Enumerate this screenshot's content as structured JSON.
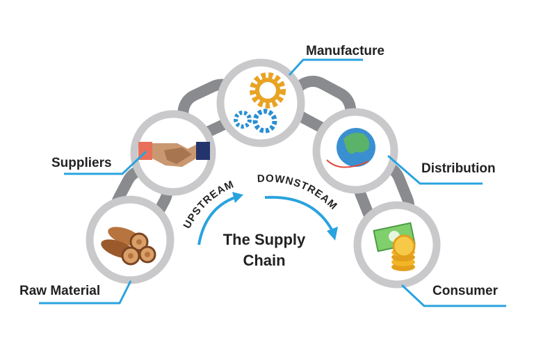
{
  "title_lines": [
    "The Supply",
    "Chain"
  ],
  "stages": {
    "raw_material": "Raw Material",
    "suppliers": "Suppliers",
    "manufacture": "Manufacture",
    "distribution": "Distribution",
    "consumer": "Consumer"
  },
  "flows": {
    "upstream": "UPSTREAM",
    "downstream": "DOWNSTREAM"
  },
  "colors": {
    "ring": "#c9c9cb",
    "link": "#8a8b8e",
    "arrow": "#29a3df",
    "callout_line": "#29a3df",
    "text": "#222222",
    "gear_orange": "#e8a323",
    "gear_blue": "#2a8fd2",
    "wood": "#9a5a2c",
    "globe_sea": "#3a8fd0",
    "globe_land": "#5bb36a",
    "cash": "#7fcf6c",
    "coin": "#f2b526"
  },
  "icons": [
    "logs-icon",
    "handshake-icon",
    "gears-icon",
    "globe-icon",
    "money-icon"
  ]
}
